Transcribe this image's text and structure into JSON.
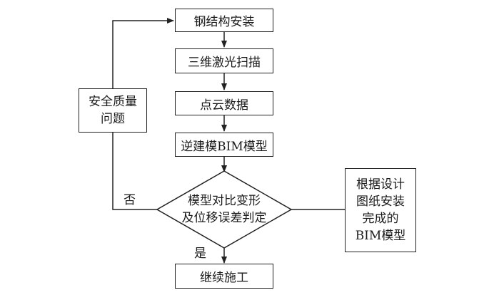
{
  "nodes": {
    "step1": "钢结构安装",
    "step2": "三维激光扫描",
    "step3": "点云数据",
    "step4": "逆建模BIM模型",
    "decision": "模型对比变形\n及位移误差判定",
    "step6": "继续施工",
    "issue": "安全质量\n问题",
    "design": "根据设计\n图纸安装\n完成的\nBIM模型"
  },
  "edge_labels": {
    "no": "否",
    "yes": "是"
  }
}
